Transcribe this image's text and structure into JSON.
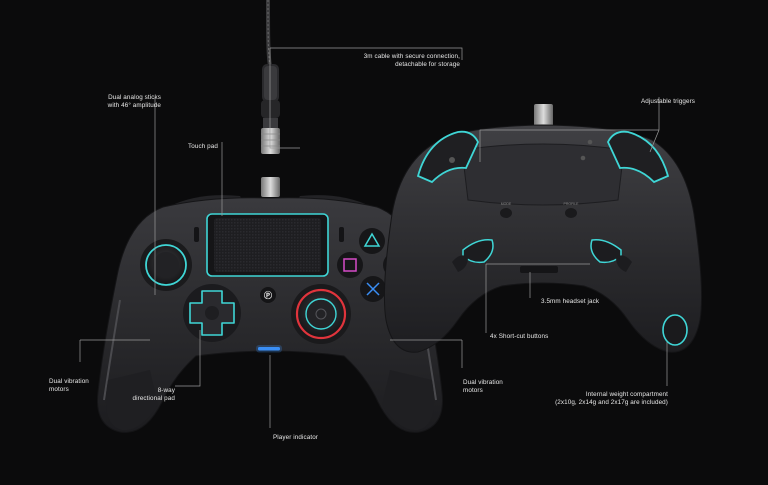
{
  "colors": {
    "background": "#0b0b0c",
    "body": "#2c2c2f",
    "accent_teal": "#3fd6d6",
    "accent_red": "#e0343c",
    "accent_blue": "#3a8ef5",
    "leader_line": "#9a9a9a"
  },
  "callouts": {
    "cable": [
      "3m cable with secure connection,",
      "detachable for storage"
    ],
    "analog_sticks": [
      "Dual analog sticks",
      "with 46° amplitude"
    ],
    "touch_pad": "Touch pad",
    "adjustable_triggers": "Adjustable triggers",
    "dual_vibration_left": [
      "Dual vibration",
      "motors"
    ],
    "dpad": [
      "8-way",
      "directional pad"
    ],
    "dual_vibration_right": [
      "Dual vibration",
      "motors"
    ],
    "headset_jack": "3.5mm headset jack",
    "shortcut_buttons": "4x Short-cut buttons",
    "weight_compartment": [
      "Internal weight compartment",
      "(2x10g, 2x14g and 2x17g are included)"
    ],
    "player_indicator": "Player indicator"
  },
  "icons": {
    "face_buttons": [
      "triangle-icon",
      "square-icon",
      "circle-icon",
      "cross-icon"
    ],
    "home_button": "playstation-logo-icon"
  }
}
